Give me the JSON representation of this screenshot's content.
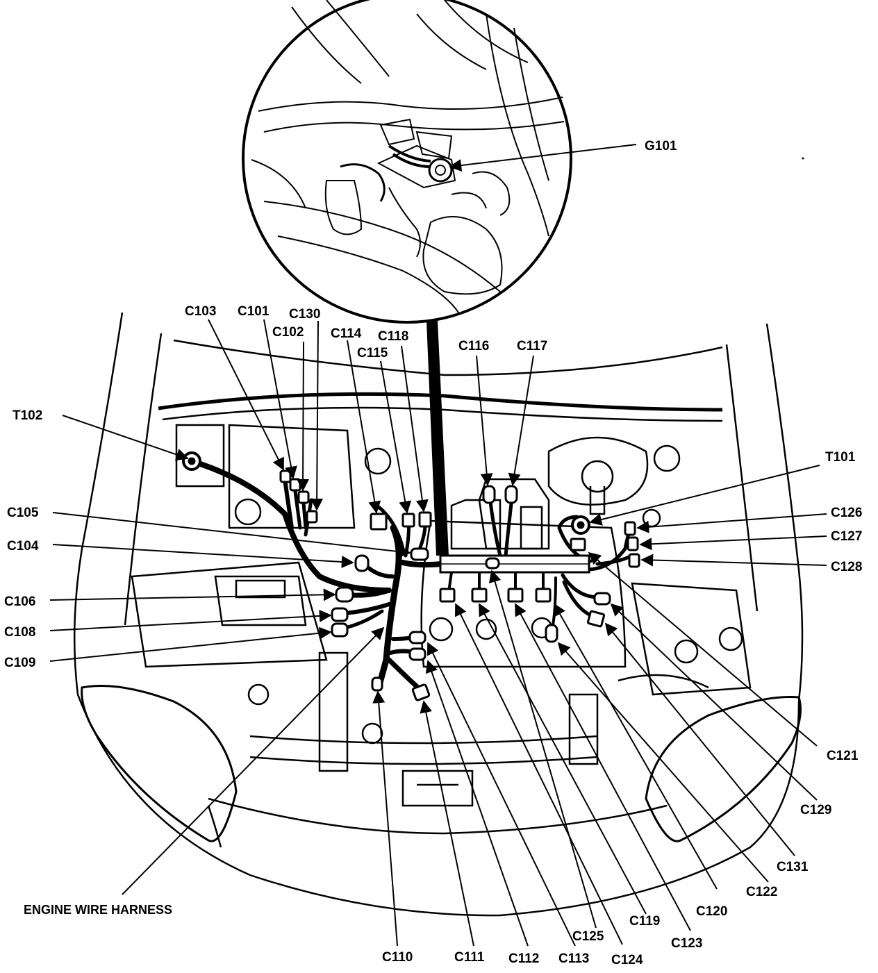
{
  "diagram": {
    "callouts": {
      "g101": "G101",
      "t102": "T102",
      "t101": "T101",
      "c101": "C101",
      "c102": "C102",
      "c103": "C103",
      "c104": "C104",
      "c105": "C105",
      "c106": "C106",
      "c108": "C108",
      "c109": "C109",
      "c110": "C110",
      "c111": "C111",
      "c112": "C112",
      "c113": "C113",
      "c114": "C114",
      "c115": "C115",
      "c116": "C116",
      "c117": "C117",
      "c118": "C118",
      "c119": "C119",
      "c120": "C120",
      "c121": "C121",
      "c122": "C122",
      "c123": "C123",
      "c124": "C124",
      "c125": "C125",
      "c126": "C126",
      "c127": "C127",
      "c128": "C128",
      "c129": "C129",
      "c130": "C130",
      "c131": "C131"
    },
    "harness_label": "ENGINE WIRE HARNESS"
  }
}
